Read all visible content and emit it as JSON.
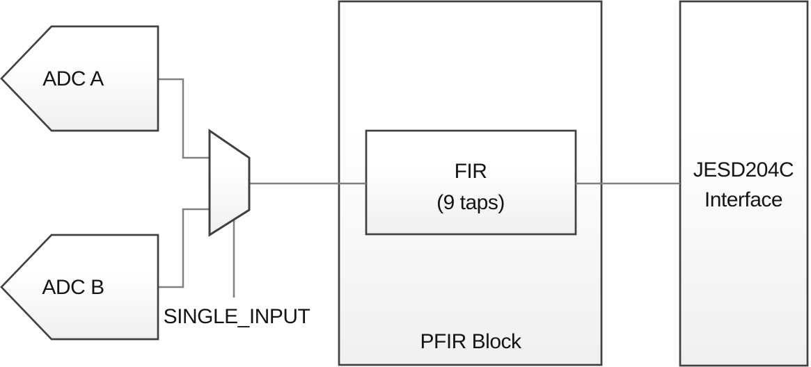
{
  "diagram": {
    "blocks": {
      "adc_a": {
        "label": "ADC A"
      },
      "adc_b": {
        "label": "ADC B"
      },
      "fir": {
        "line1": "FIR",
        "line2": "(9 taps)"
      },
      "pfir": {
        "label": "PFIR Block"
      },
      "jesd": {
        "line1": "JESD204C",
        "line2": "Interface"
      }
    },
    "labels": {
      "single_input": "SINGLE_INPUT"
    },
    "icons": {
      "mux_shape": "multiplexer-trapezoid"
    },
    "colors": {
      "shape_border": "#404040",
      "connector_line": "#808080",
      "shape_fill_top": "#ffffff",
      "shape_fill_bottom": "#f0f0f0",
      "text": "#141414",
      "background": "#ffffff"
    }
  }
}
